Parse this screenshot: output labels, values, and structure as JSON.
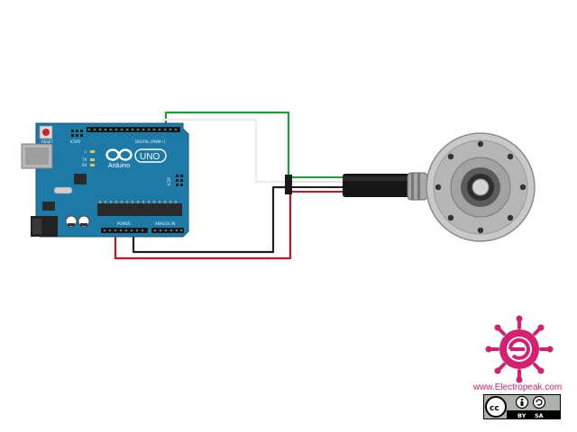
{
  "board": {
    "brand": "Arduino",
    "model": "UNO",
    "reset_label": "RESET",
    "icsp_label": "ICSP2",
    "digital_label": "DIGITAL (PWM~)",
    "power_label": "POWER",
    "analog_label": "ANALOG IN",
    "icsp1_label": "ICSP",
    "tx_label": "TX",
    "rx_label": "RX",
    "l_label": "L",
    "color": "#1d7aa6"
  },
  "wires": {
    "signal_color": "#22a33a",
    "signal2_color": "#ffffff",
    "ground_color": "#222222",
    "power_color": "#c0181f"
  },
  "branding": {
    "url": "www.Electropeak.com",
    "logo_color": "#d6206f",
    "license_by": "BY",
    "license_sa": "SA"
  }
}
